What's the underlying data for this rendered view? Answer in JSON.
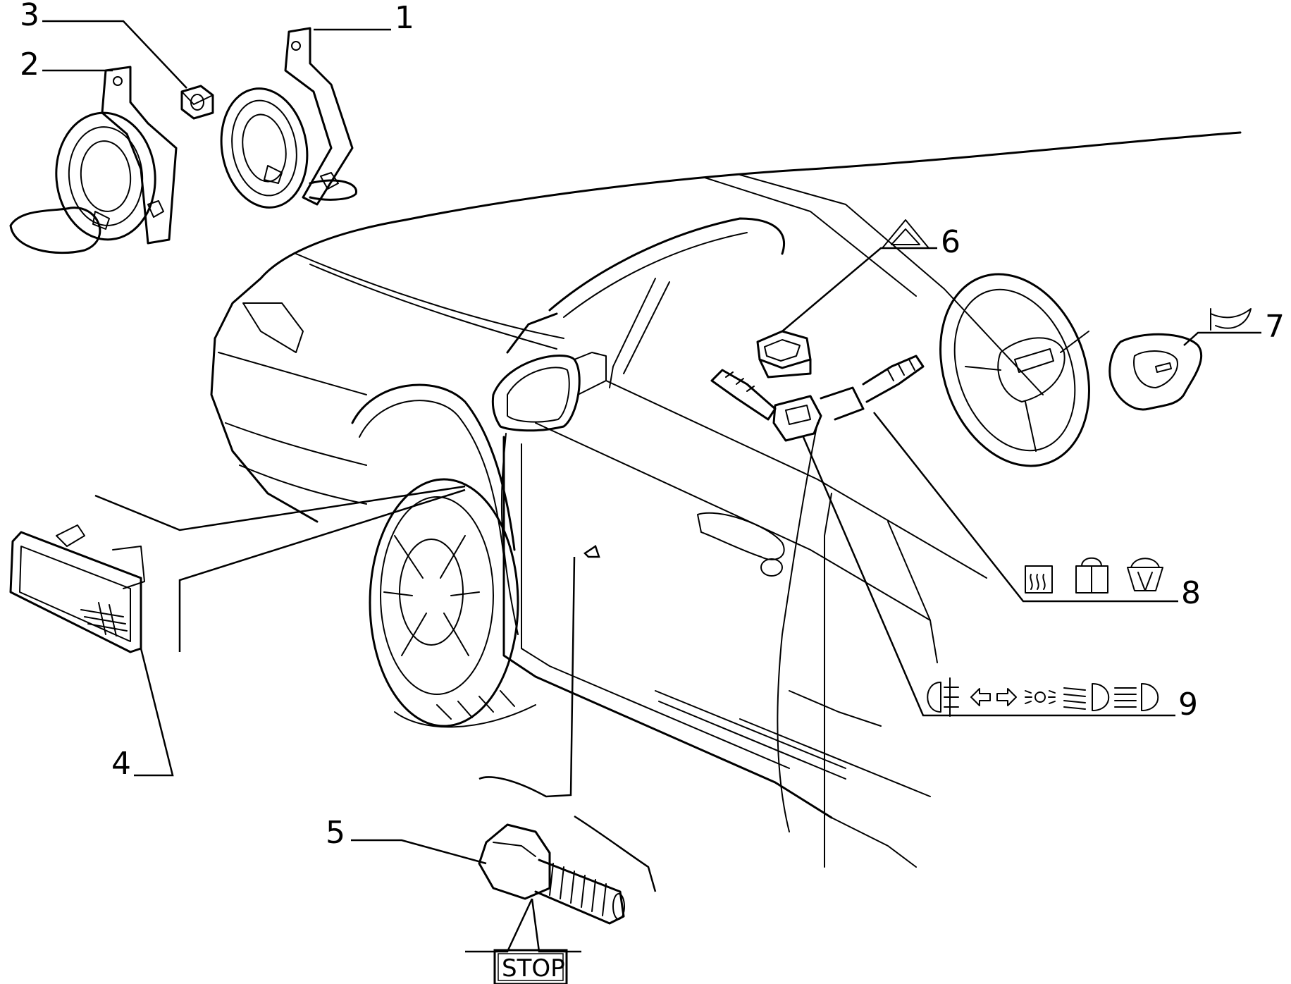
{
  "callouts": [
    {
      "id": "1",
      "label": "1"
    },
    {
      "id": "2",
      "label": "2"
    },
    {
      "id": "3",
      "label": "3"
    },
    {
      "id": "4",
      "label": "4"
    },
    {
      "id": "5",
      "label": "5"
    },
    {
      "id": "6",
      "label": "6"
    },
    {
      "id": "7",
      "label": "7"
    },
    {
      "id": "8",
      "label": "8"
    },
    {
      "id": "9",
      "label": "9"
    }
  ],
  "stop_label": "STOP",
  "icons": {
    "hazard": "hazard-triangle-icon",
    "horn": "horn-icon",
    "group8": [
      "rear-defrost-icon",
      "rear-wiper-icon",
      "front-wiper-icon"
    ],
    "group9": [
      "rear-fog-light-icon",
      "left-turn-arrow-icon",
      "right-turn-arrow-icon",
      "parking-light-icon",
      "low-beam-icon",
      "high-beam-icon"
    ]
  }
}
